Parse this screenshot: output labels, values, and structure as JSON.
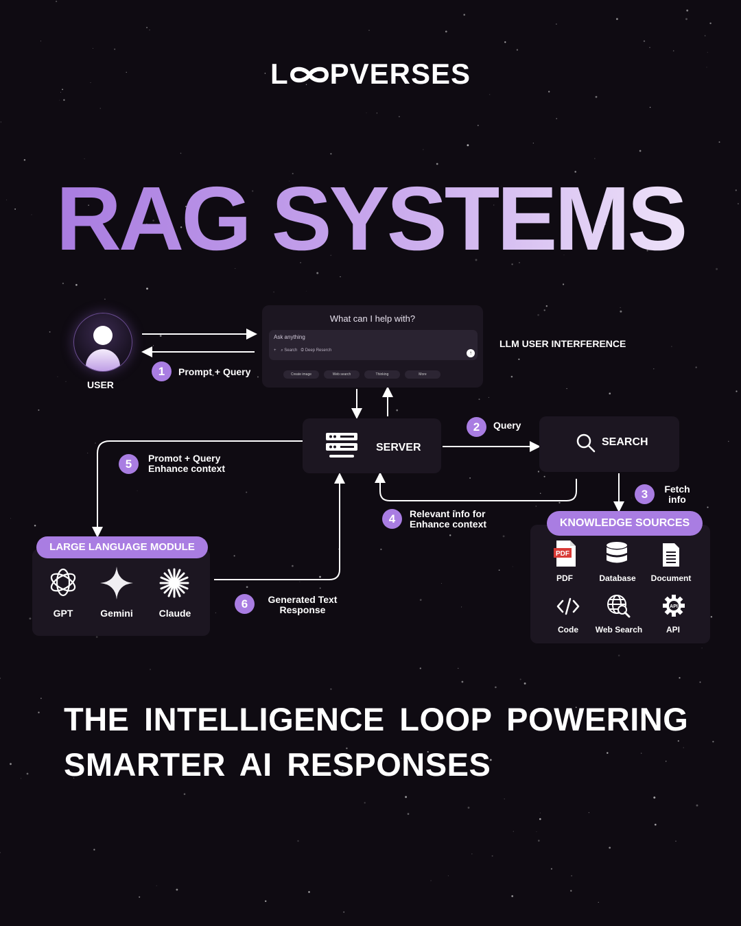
{
  "brand": {
    "logo_left": "L",
    "logo_right": "PVERSES"
  },
  "headline": "RAG SYSTEMS",
  "user": {
    "label": "USER"
  },
  "chat_ui": {
    "title": "What can I help with?",
    "placeholder": "Ask anything",
    "tool_plus": "+",
    "tool_search": "Search",
    "tool_deep": "Deep Reserch",
    "pills": [
      "Create image",
      "Web search",
      "Thinking",
      "More"
    ],
    "side_label": "LLM  USER INTERFERENCE"
  },
  "steps": {
    "s1": {
      "num": "1",
      "text": "Prompt + Query"
    },
    "s2": {
      "num": "2",
      "text": "Query"
    },
    "s3": {
      "num": "3",
      "line1": "Fetch",
      "line2": "info"
    },
    "s4": {
      "num": "4",
      "line1": "Relevant info for",
      "line2": "Enhance context"
    },
    "s5": {
      "num": "5",
      "line1": "Promot + Query",
      "line2": "Enhance context"
    },
    "s6": {
      "num": "6",
      "line1": "Generated Text",
      "line2": "Response"
    }
  },
  "server": {
    "label": "SERVER"
  },
  "search": {
    "label": "SEARCH"
  },
  "llm": {
    "tag": "LARGE LANGUAGE MODULE",
    "models": [
      "GPT",
      "Gemini",
      "Claude"
    ]
  },
  "knowledge": {
    "tag": "KNOWLEDGE SOURCES",
    "pdf_badge": "PDF",
    "api_badge": "API",
    "sources": [
      "PDF",
      "Database",
      "Document",
      "Code",
      "Web Search",
      "API"
    ]
  },
  "tagline": {
    "line1": "THE INTELLIGENCE LOOP POWERING",
    "line2": "SMARTER AI RESPONSES"
  },
  "colors": {
    "background": "#0f0b12",
    "accent": "#a97de2",
    "card": "#1c1621"
  }
}
